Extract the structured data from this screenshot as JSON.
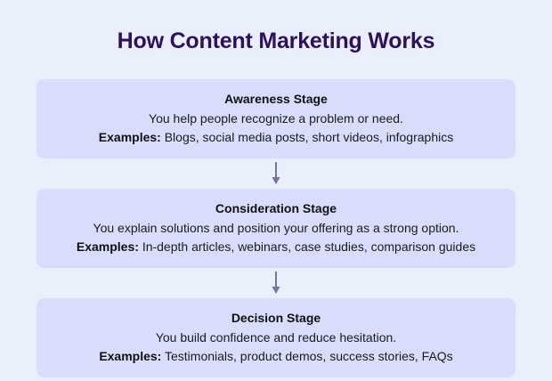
{
  "title": "How Content Marketing Works",
  "theme": {
    "background": "#eaeffc",
    "box_fill": "#d7ddfb",
    "title_color": "#2d1160",
    "body_color": "#1b1b1b",
    "arrow_color": "#6b7a9e"
  },
  "stages": [
    {
      "name": "Awareness Stage",
      "description": "You help people recognize a problem or need.",
      "examples_label": "Examples:",
      "examples": "Blogs, social media posts, short videos, infographics"
    },
    {
      "name": "Consideration Stage",
      "description": "You explain solutions and position your offering as a strong option.",
      "examples_label": "Examples:",
      "examples": "In-depth articles, webinars, case studies, comparison guides"
    },
    {
      "name": "Decision Stage",
      "description": "You build confidence and reduce hesitation.",
      "examples_label": "Examples:",
      "examples": "Testimonials, product demos, success stories, FAQs"
    }
  ],
  "connectors": [
    {
      "icon": "arrow-down-icon"
    },
    {
      "icon": "arrow-down-icon"
    }
  ]
}
